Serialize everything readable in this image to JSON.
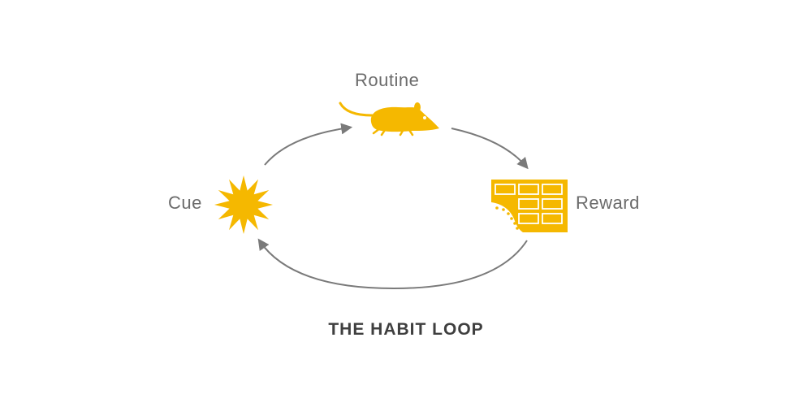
{
  "title": "THE HABIT LOOP",
  "nodes": {
    "routine": {
      "label": "Routine",
      "icon": "mouse-icon"
    },
    "cue": {
      "label": "Cue",
      "icon": "starburst-icon"
    },
    "reward": {
      "label": "Reward",
      "icon": "chocolate-bar-icon"
    }
  },
  "colors": {
    "accent": "#F5B800",
    "arrow": "#7a7a7a",
    "label": "#6b6b6b",
    "title": "#3f3f3f"
  }
}
